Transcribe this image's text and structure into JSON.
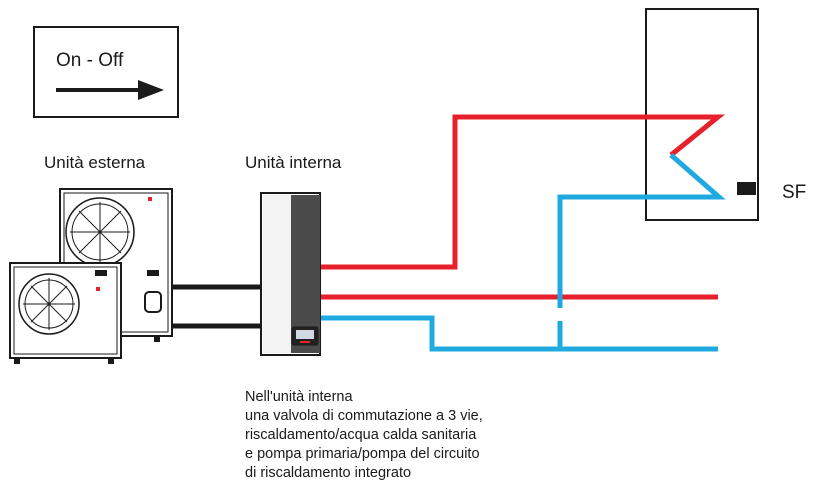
{
  "legend": {
    "label": "On - Off"
  },
  "labels": {
    "outdoor_unit": "Unità esterna",
    "indoor_unit": "Unità interna",
    "sensor": "SF"
  },
  "note": {
    "lines": [
      "Nell'unità interna",
      "una valvola di commutazione a 3 vie,",
      "riscaldamento/acqua calda sanitaria",
      "e pompa primaria/pompa del circuito",
      "di riscaldamento integrato"
    ]
  },
  "colors": {
    "supply": "#e8202b",
    "return": "#1fa9e1",
    "line": "#1a1a1a",
    "panel_dark": "#4b4b4b"
  }
}
